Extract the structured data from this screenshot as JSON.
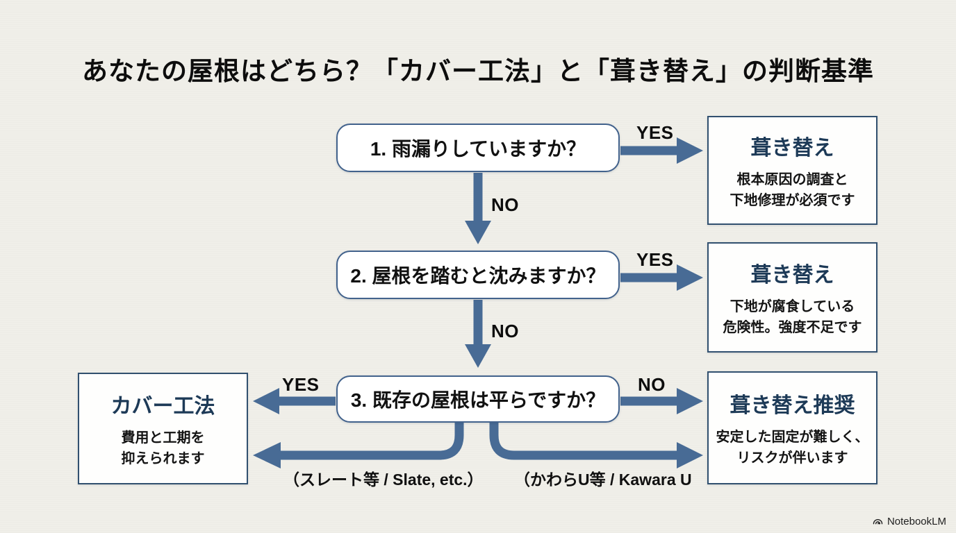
{
  "title": "あなたの屋根はどちら？「カバー工法」と「葺き替え」の判断基準",
  "colors": {
    "background": "#f0efe9",
    "arrow_blue": "#486b95",
    "question_box_border": "#42628c",
    "result_box_border": "#31506f",
    "result_title_navy": "#1d3a57",
    "text_black": "#111111",
    "box_white": "#ffffff"
  },
  "flowchart": {
    "questions": [
      {
        "label": "1. 雨漏りしていますか？"
      },
      {
        "label": "2. 屋根を踏むと沈みますか？"
      },
      {
        "label": "3. 既存の屋根は平らですか？"
      }
    ],
    "edge_labels": {
      "q1_yes": "YES",
      "q1_no": "NO",
      "q2_yes": "YES",
      "q2_no": "NO",
      "q3_yes": "YES",
      "q3_no": "NO"
    },
    "outcomes": {
      "reroof_leak": {
        "title": "葺き替え",
        "line1": "根本原因の調査と",
        "line2": "下地修理が必須です"
      },
      "reroof_rot": {
        "title": "葺き替え",
        "line1": "下地が腐食している",
        "line2": "危険性。強度不足です"
      },
      "reroof_recommend": {
        "title": "葺き替え推奨",
        "line1": "安定した固定が難しく、",
        "line2": "リスクが伴います"
      },
      "cover_method": {
        "title": "カバー工法",
        "line1": "費用と工期を",
        "line2": "抑えられます"
      }
    },
    "branch_notes": {
      "slate": "（スレート等 / Slate, etc.）",
      "kawara": "（かわらU等 / Kawara U"
    }
  },
  "footer": {
    "brand": "NotebookLM"
  }
}
